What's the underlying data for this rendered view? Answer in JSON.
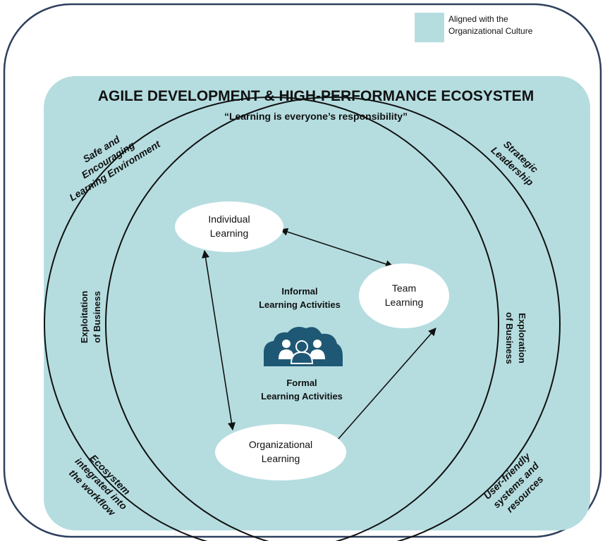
{
  "legend": {
    "color": "#b5dde0",
    "line1": "Aligned with the",
    "line2": "Organizational Culture"
  },
  "header": {
    "title": "AGILE DEVELOPMENT & HIGH-PERFORMANCE ECOSYSTEM",
    "subtitle": "“Learning is everyone’s responsibility”"
  },
  "corners": {
    "top_left": [
      "Safe and",
      "Encouraging",
      "Learning Environment"
    ],
    "top_right": [
      "Strategic",
      "Leadership"
    ],
    "bottom_left": [
      "Ecosystem",
      "integrated into",
      "the workflow"
    ],
    "bottom_right": [
      "User-friendly",
      "systems and",
      "resources"
    ]
  },
  "sides": {
    "left": [
      "Exploitation",
      "of Business"
    ],
    "right": [
      "Exploration",
      "of Business"
    ]
  },
  "nodes": {
    "individual": [
      "Individual",
      "Learning"
    ],
    "team": [
      "Team",
      "Learning"
    ],
    "organizational": [
      "Organizational",
      "Learning"
    ]
  },
  "center": {
    "informal": [
      "Informal",
      "Learning Activities"
    ],
    "formal": [
      "Formal",
      "Learning Activities"
    ],
    "icon": "people-group-cloud-icon"
  },
  "colors": {
    "ecosystem_fill": "#b5dde0",
    "outer_border": "#2d3f5c",
    "icon": "#1f5874",
    "line": "#111111"
  }
}
